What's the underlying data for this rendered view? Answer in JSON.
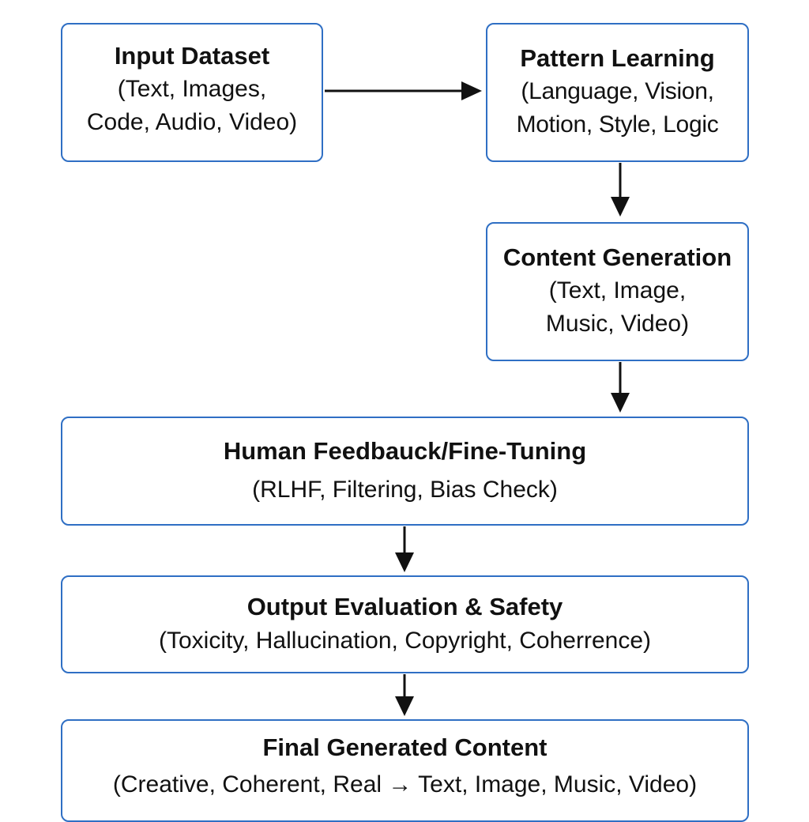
{
  "nodes": {
    "input": {
      "title": "Input Dataset",
      "subtitle": "(Text, Images,\nCode, Audio, Video)"
    },
    "pattern": {
      "title": "Pattern Learning",
      "subtitle": "(Language, Vision,\nMotion, Style, Logic"
    },
    "content": {
      "title": "Content Generation",
      "subtitle": "(Text, Image,\nMusic, Video)"
    },
    "human": {
      "title": "Human Feedbauck/Fine-Tuning",
      "subtitle": "(RLHF, Filtering, Bias Check)"
    },
    "output": {
      "title": "Output Evaluation & Safety",
      "subtitle": "(Toxicity, Hallucination, Copyright, Coherrence)"
    },
    "final": {
      "title": "Final Generated Content",
      "subtitle": "(Creative, Coherent, Real → Text, Image, Music, Video)"
    }
  },
  "colors": {
    "box_border": "#2f6fc4",
    "arrow": "#111111",
    "text": "#111111",
    "background": "#ffffff"
  }
}
